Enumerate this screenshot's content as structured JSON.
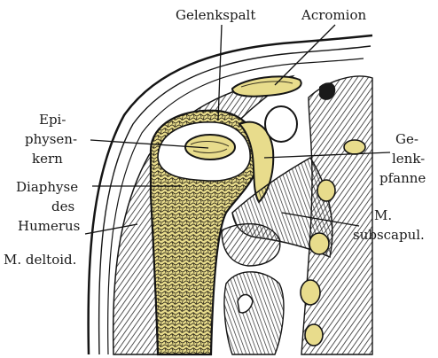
{
  "labels": {
    "gelenkspalt": "Gelenkspalt",
    "acromion": "Acromion",
    "epiphysenkern": [
      "Epi-",
      "physen-",
      "kern"
    ],
    "gelenkpfanne": [
      "Ge-",
      "lenk-",
      "pfanne"
    ],
    "diaphyse": [
      "Diaphyse",
      "des",
      "Humerus"
    ],
    "subscapularis": [
      "M.",
      "subscapul."
    ],
    "deltoideus": "M. deltoid."
  },
  "colors": {
    "bone": "#e8dc8c",
    "outline": "#151515",
    "muscle_hatch": "#2a2a2a",
    "background": "#ffffff"
  }
}
